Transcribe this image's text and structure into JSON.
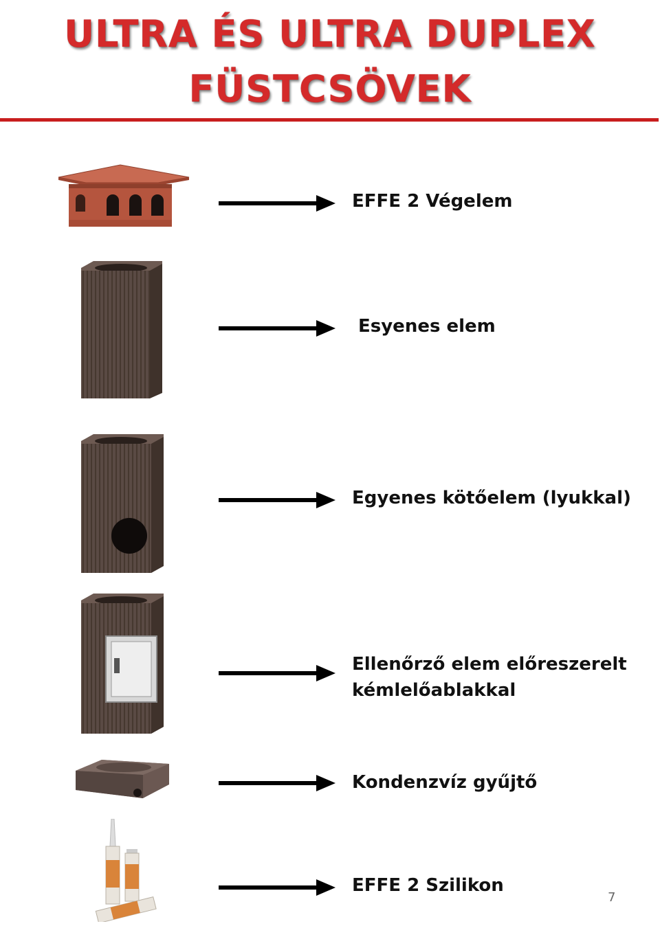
{
  "header": {
    "title_line1": "ULTRA ÉS ULTRA DUPLEX",
    "title_line2": "FÜSTCSÖVEK"
  },
  "items": [
    {
      "label": "EFFE 2 Végelem",
      "picture": "chimney-cap-image"
    },
    {
      "label": "Esyenes elem",
      "picture": "straight-element-image"
    },
    {
      "label": "Egyenes kötőelem (lyukkal)",
      "picture": "connector-element-image"
    },
    {
      "label_line1": "Ellenőrző elem előreszerelt",
      "label_line2": "kémlelőablakkal",
      "picture": "inspection-element-image"
    },
    {
      "label": "Kondenzvíz gyűjtő",
      "picture": "condensate-collector-image"
    },
    {
      "label": "EFFE 2 Szilikon",
      "picture": "silicone-tubes-image"
    }
  ],
  "footer": {
    "page_number": "7"
  },
  "colors": {
    "title": "#d42a2a",
    "rule": "#c81e1e",
    "element": "#5a4a44",
    "cap": "#b5553e"
  }
}
